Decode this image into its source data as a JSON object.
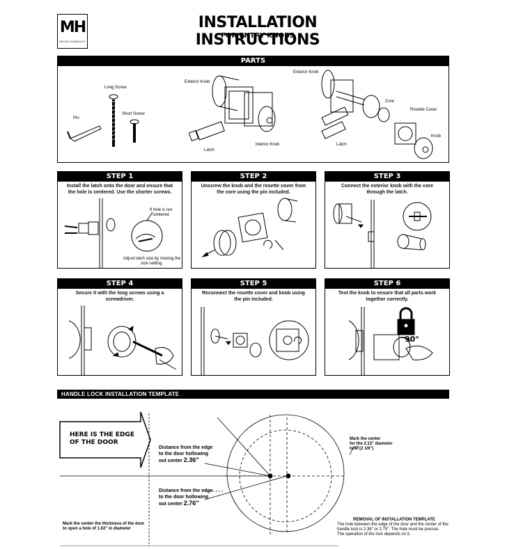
{
  "brand": {
    "mark": "MH",
    "name": "MEGA HANDLES"
  },
  "header": {
    "title": "INSTALLATION INSTRUCTIONS",
    "subtitle": "FOR ENTRY KNOBS"
  },
  "parts": {
    "heading": "PARTS",
    "labels": {
      "long_screw": "Long Screw",
      "pin": "Pin",
      "short_screw": "Short Screw",
      "exterior_knob_a": "Exterior Knob",
      "latch_a": "Latch",
      "interior_knob": "Interior Knob",
      "exterior_knob_b": "Exterior Knob",
      "core": "Core",
      "rosette_cover": "Rosette Cover",
      "latch_b": "Latch",
      "knob": "Knob"
    }
  },
  "steps": [
    {
      "title": "STEP 1",
      "text": "Install the latch onto the door and ensure that the hole is centered. Use the shorter screws.",
      "note_a": "If hole is not centered",
      "note_b": "Adjust latch size by moving the size setting."
    },
    {
      "title": "STEP 2",
      "text": "Unscrew the knob and the rosette cover from the core using the pin included."
    },
    {
      "title": "STEP 3",
      "text": "Connect the exterior knob with the core through the latch."
    },
    {
      "title": "STEP 4",
      "text": "Secure it with the long screws using a screwdriver."
    },
    {
      "title": "STEP 5",
      "text": "Reconnect the rosette cover and knob using the pin included."
    },
    {
      "title": "STEP 6",
      "text": "Test the knob to ensure that all parts work together correctly.",
      "angle": "90°"
    }
  ],
  "template": {
    "heading": "HANDLE LOCK INSTALLATION TEMPLATE",
    "edge_line1": "HERE IS THE EDGE",
    "edge_line2": "OF THE DOOR",
    "dist1_line1": "Distance from the edge",
    "dist1_line2": "to the door hollowing",
    "dist1_line3": "out center",
    "dist1_value": "2.36\"",
    "dist2_line1": "Distance from the edge",
    "dist2_line2": "to the door hollowing",
    "dist2_line3": "out center",
    "dist2_value": "2.76\"",
    "center_note_line1": "Mark the center",
    "center_note_line2": "for the 2.13\" diameter",
    "center_note_line3": "hole (2 1/8\")",
    "thickness_note_line1": "Mark the center the thickness of the door",
    "thickness_note_line2": "to open a hole of 1.02\" in diameter",
    "removal_title": "REMOVAL OF INSTALLATION TEMPLATE",
    "removal_line1": "The hole between the edge of the door and the center of the",
    "removal_line2": "handle lock is 2.36\" or 2.75\". The hole must be precise.",
    "removal_line3": "The operation of the lock depends on it."
  }
}
